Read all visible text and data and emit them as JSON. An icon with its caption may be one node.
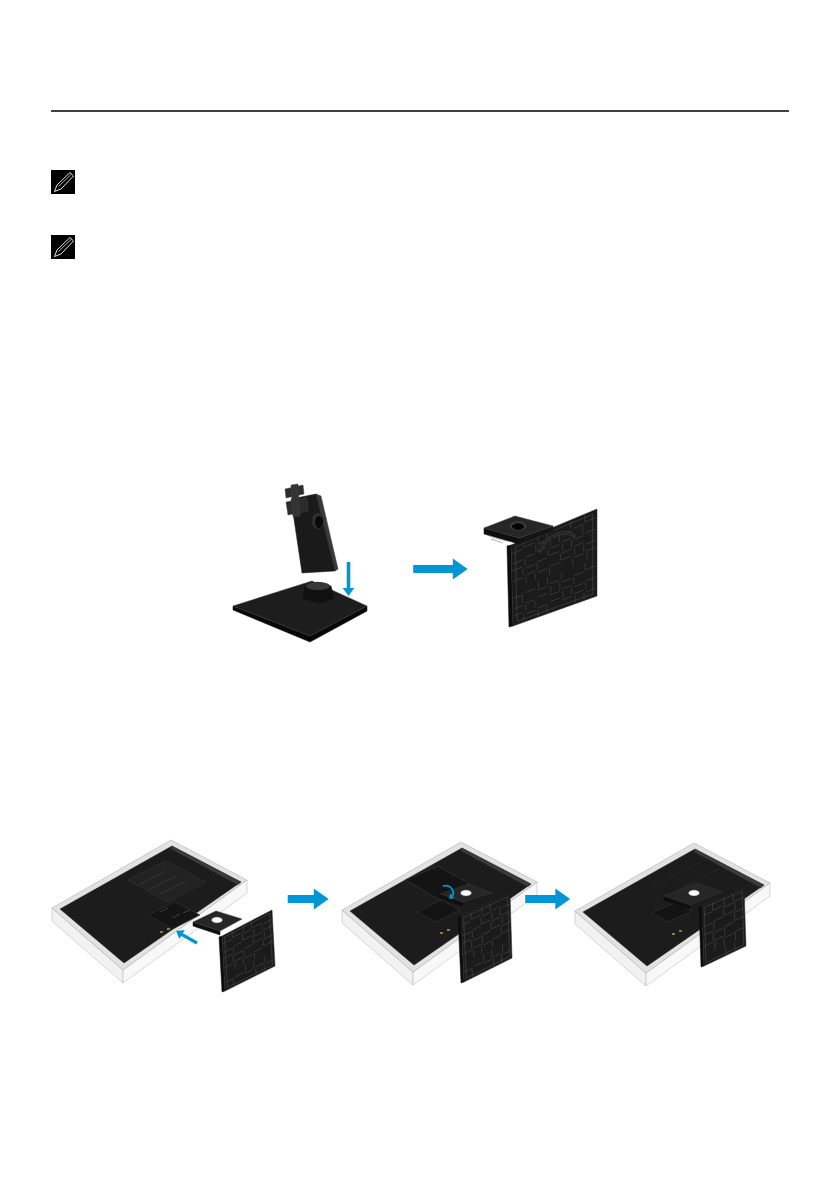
{
  "diagram": {
    "nodes": [
      {
        "text": [],
        "shape": "picture"
      },
      {
        "text": [],
        "shape": "picture"
      },
      {
        "text": [],
        "shape": "picture"
      },
      {
        "text": [],
        "shape": "picture"
      },
      {
        "text": [],
        "shape": "picture"
      }
    ],
    "edges": [
      {
        "from": 0,
        "to": 1,
        "arrow": "to"
      },
      {
        "from": 2,
        "to": 3,
        "arrow": "to"
      },
      {
        "from": 3,
        "to": 4,
        "arrow": "to"
      }
    ]
  }
}
